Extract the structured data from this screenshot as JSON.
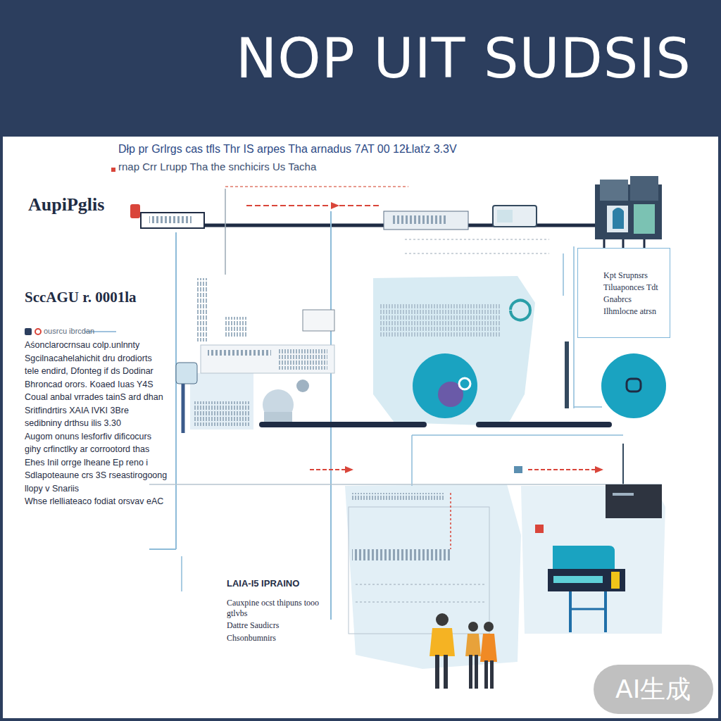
{
  "diagram": {
    "title": "NOP UIT SUDSIS",
    "nodes": [
      {
        "text": [
          "Kpt Srupnsrs Tiluaponces Tdt Gnabrcs Ilhmlocne atrsn"
        ]
      }
    ],
    "labels": [
      "Dłp pr Grlrgs cas tfls Thr IS arpes Tha arnadus 7AT 00 12Łlaťz 3.3V",
      "rnap Crr Lrupp Tha the snchicirs Us Tacha",
      "AupiPglis",
      "SccAGU r. 0001la",
      "ousrcu ibrcdan",
      "Aśonclarocrnsau colp.unlnnty",
      "Sgcilnacahelahichit dru drodiorts",
      "tele endird, Dfonteg if ds Dodinar",
      "Bhroncad orors. Koaed Iuas Y4S",
      "Coual anbal vrrades tainS ard dhan",
      "Sritfindrtirs XAIA IVKI 3Bre",
      "sedibniny drthsu ilis 3.30",
      "Augom onuns lesforfiv dificocurs",
      "gihy crfinctlky ar corrootord thas",
      "Ehes Inil orrge lheane Ep reno i",
      "Sdlapoteaune crs 3S rseastirogoong",
      "llopy v Snariis",
      "Whse rlelliateaco fodiat orsvav eAC",
      "LAIA-I5 IPRAINO",
      "Cauxpine ocst thipuns tooo",
      "gtlvbs",
      "Dattre Saudicrs",
      "Chsonbumnirs",
      "AI生成"
    ]
  }
}
